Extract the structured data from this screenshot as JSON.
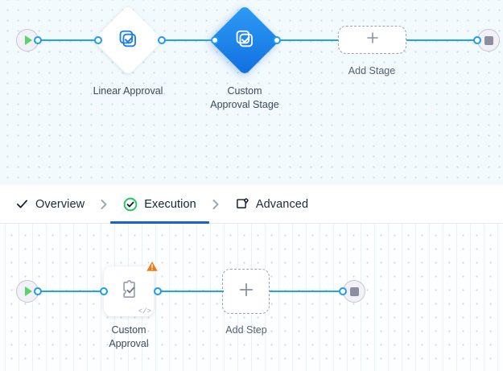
{
  "stage_canvas": {
    "start_node": {
      "name": "start",
      "icon": "play-icon"
    },
    "end_node": {
      "name": "end",
      "icon": "stop-icon"
    },
    "nodes": [
      {
        "label": "Linear Approval",
        "icon": "approval-check-icon",
        "selected": false
      },
      {
        "label": "Custom\nApproval Stage",
        "icon": "approval-check-icon",
        "selected": true
      }
    ],
    "add_button": {
      "label": "Add Stage",
      "icon": "plus-icon"
    }
  },
  "tabs": {
    "items": [
      {
        "label": "Overview",
        "icon": "check-icon",
        "active": false
      },
      {
        "label": "Execution",
        "icon": "check-circle-icon",
        "active": true
      },
      {
        "label": "Advanced",
        "icon": "settings-window-icon",
        "active": false
      }
    ],
    "separator": "chevron-right-icon"
  },
  "step_canvas": {
    "start_node": {
      "name": "start",
      "icon": "play-icon"
    },
    "end_node": {
      "name": "end",
      "icon": "stop-icon"
    },
    "nodes": [
      {
        "label": "Custom\nApproval",
        "icon": "puzzle-check-icon",
        "warning": "warning-triangle-icon",
        "code_badge": "</>"
      }
    ],
    "add_button": {
      "label": "Add Step",
      "icon": "plus-icon"
    }
  },
  "colors": {
    "edge": "#22a3ee",
    "port": "#1e9bf0",
    "selected_node": "#1178e3",
    "warning": "#f07a1a",
    "success": "#22c55e",
    "tab_underline": "#1565c9"
  }
}
